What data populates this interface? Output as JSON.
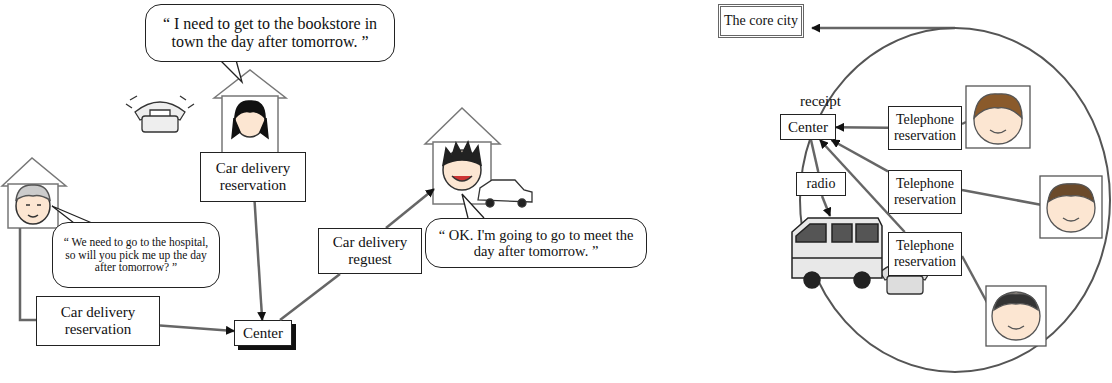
{
  "diagram": {
    "nodes": [
      {
        "text": [
          "“ I need to get to the bookstore in town the day after tomorrow. ”"
        ]
      },
      {
        "text": [
          "Car delivery reservation"
        ]
      },
      {
        "text": [
          "“ We need to go to the hospital, so will you pick me up the day after tomorrow? ”"
        ]
      },
      {
        "text": [
          "Car delivery reservation"
        ]
      },
      {
        "text": [
          "Center"
        ]
      },
      {
        "text": [
          "Car delivery reguest"
        ]
      },
      {
        "text": [
          "“ OK. I'm going to go to meet the day after tomorrow. ”"
        ]
      },
      {
        "text": [
          "The core city"
        ]
      },
      {
        "text": [
          "Center"
        ]
      },
      {
        "text": [
          "Telephone reservation"
        ]
      },
      {
        "text": [
          "Telephone reservation"
        ]
      },
      {
        "text": [
          "Telephone reservation"
        ]
      },
      {
        "text": [
          "radio"
        ]
      }
    ],
    "edges": [
      {
        "from": 1,
        "to": 4,
        "arrow": "to"
      },
      {
        "from": 3,
        "to": 4,
        "arrow": "to"
      },
      {
        "from": 4,
        "to": 5,
        "arrow": "none"
      },
      {
        "from": 9,
        "to": 8,
        "arrow": "to"
      },
      {
        "from": 10,
        "to": 8,
        "arrow": "to"
      },
      {
        "from": 11,
        "to": 8,
        "arrow": "to"
      },
      {
        "from": 8,
        "to": 12,
        "arrow": "none"
      }
    ],
    "labels": [
      "receipt"
    ]
  }
}
